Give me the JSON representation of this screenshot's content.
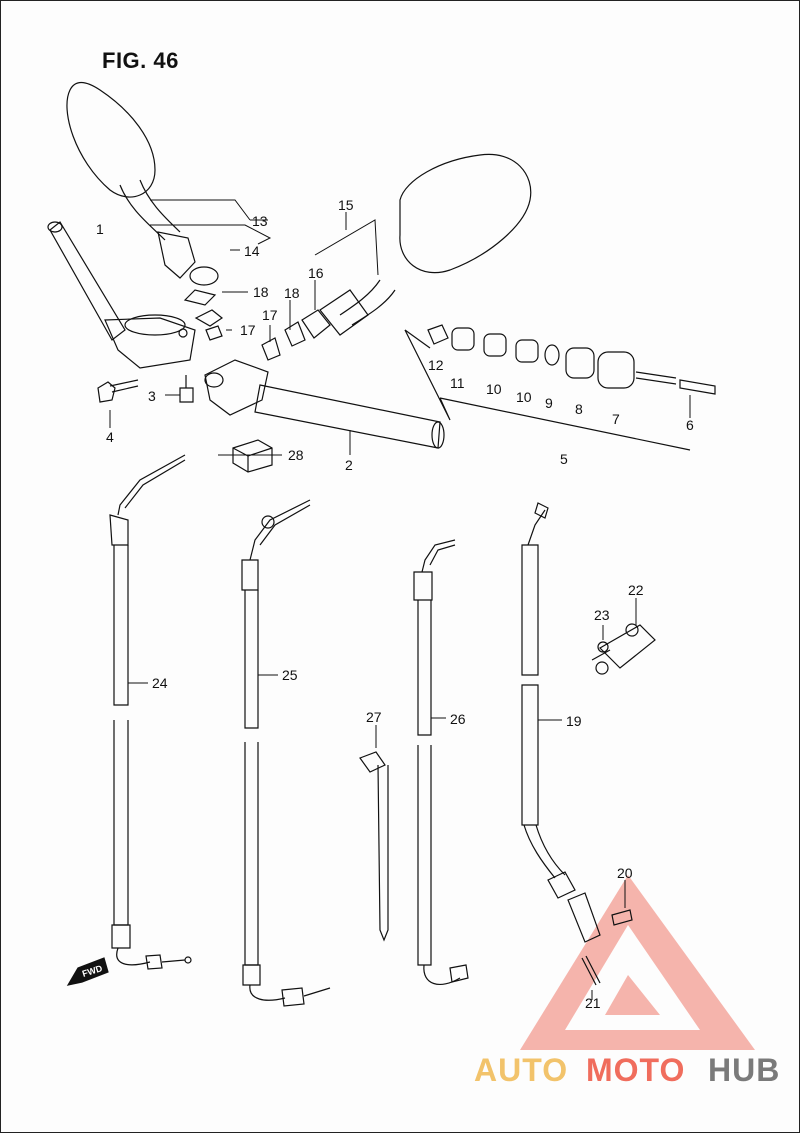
{
  "figure_title": "FIG. 46",
  "callouts": {
    "c1": "1",
    "c2": "2",
    "c3": "3",
    "c4": "4",
    "c5": "5",
    "c6": "6",
    "c7": "7",
    "c8": "8",
    "c9": "9",
    "c10a": "10",
    "c10b": "10",
    "c11": "11",
    "c12": "12",
    "c13": "13",
    "c14": "14",
    "c15": "15",
    "c16": "16",
    "c17a": "17",
    "c17b": "17",
    "c18a": "18",
    "c18b": "18",
    "c19": "19",
    "c20": "20",
    "c21": "21",
    "c22": "22",
    "c23": "23",
    "c24": "24",
    "c25": "25",
    "c26": "26",
    "c27": "27",
    "c28": "28"
  },
  "fwd_label": "FWD",
  "watermark": {
    "part1": "AUTO",
    "part2": "MOTO",
    "part3": "HUB"
  },
  "colors": {
    "line": "#111111",
    "watermark_red": "#f06d5d",
    "watermark_yellow": "#f2c36b",
    "watermark_gray": "#7a7a7a"
  }
}
